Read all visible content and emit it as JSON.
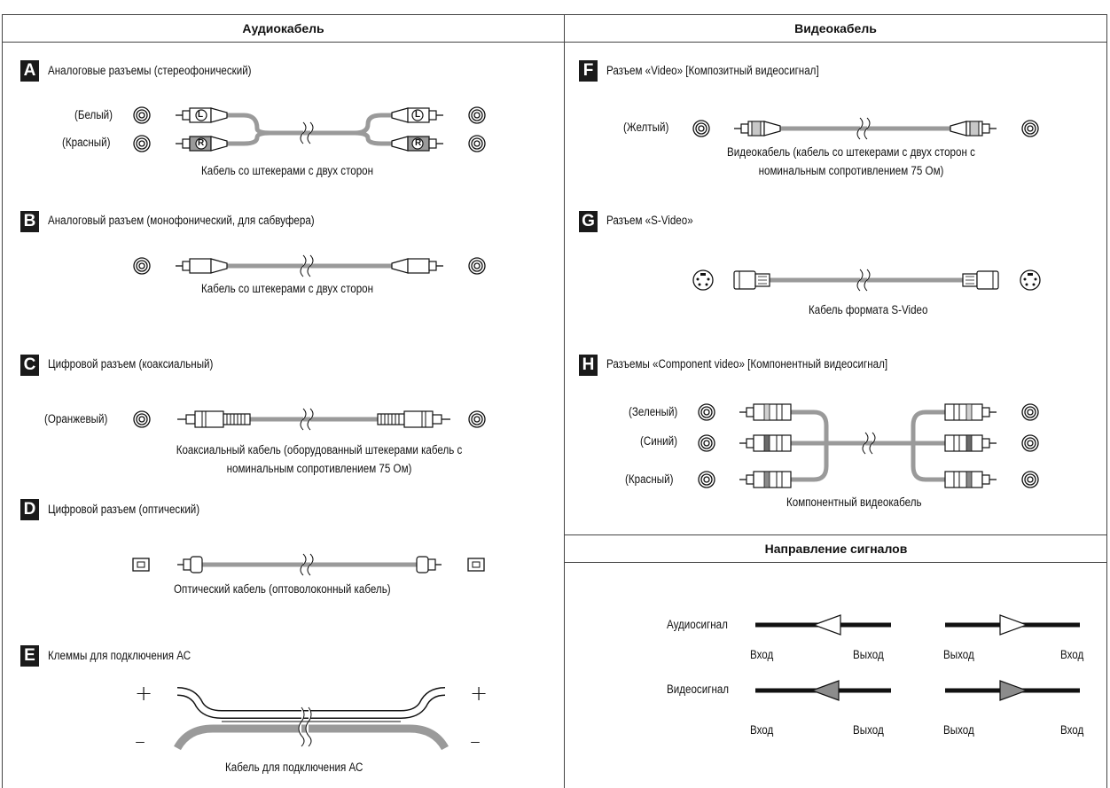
{
  "left": {
    "title": "Аудиокабель",
    "A": {
      "letter": "A",
      "title": "Аналоговые разъемы (стереофонический)",
      "white": "(Белый)",
      "red": "(Красный)",
      "plug_l": "L",
      "plug_r": "R",
      "caption": "Кабель со штекерами с двух сторон"
    },
    "B": {
      "letter": "B",
      "title": "Аналоговый разъем (монофонический, для сабвуфера)",
      "caption": "Кабель со штекерами с двух сторон"
    },
    "C": {
      "letter": "C",
      "title": "Цифровой разъем (коаксиальный)",
      "orange": "(Оранжевый)",
      "caption1": "Коаксиальный кабель (оборудованный штекерами кабель с",
      "caption2": "номинальным сопротивлением 75 Ом)"
    },
    "D": {
      "letter": "D",
      "title": "Цифровой разъем (оптический)",
      "caption": "Оптический кабель (оптоволоконный кабель)"
    },
    "E": {
      "letter": "E",
      "title": "Клеммы для подключения АС",
      "plus": "+",
      "minus": "–",
      "caption": "Кабель для подключения АС"
    }
  },
  "right": {
    "title": "Видеокабель",
    "F": {
      "letter": "F",
      "title": "Разъем «Video» [Композитный видеосигнал]",
      "yellow": "(Желтый)",
      "caption1": "Видеокабель (кабель со штекерами с двух сторон с",
      "caption2": "номинальным сопротивлением 75 Ом)"
    },
    "G": {
      "letter": "G",
      "title": "Разъем «S-Video»",
      "caption": "Кабель формата S-Video"
    },
    "H": {
      "letter": "H",
      "title": "Разъемы «Component video» [Компонентный видеосигнал]",
      "green": "(Зеленый)",
      "blue": "(Синий)",
      "red": "(Красный)",
      "caption": "Компонентный видеокабель"
    },
    "signals": {
      "title": "Направление сигналов",
      "audio": "Аудиосигнал",
      "video": "Видеосигнал",
      "in": "Вход",
      "out": "Выход"
    }
  },
  "colors": {
    "cable": "#9a9a9a",
    "ink": "#111111",
    "badge": "#1a1a1a"
  }
}
